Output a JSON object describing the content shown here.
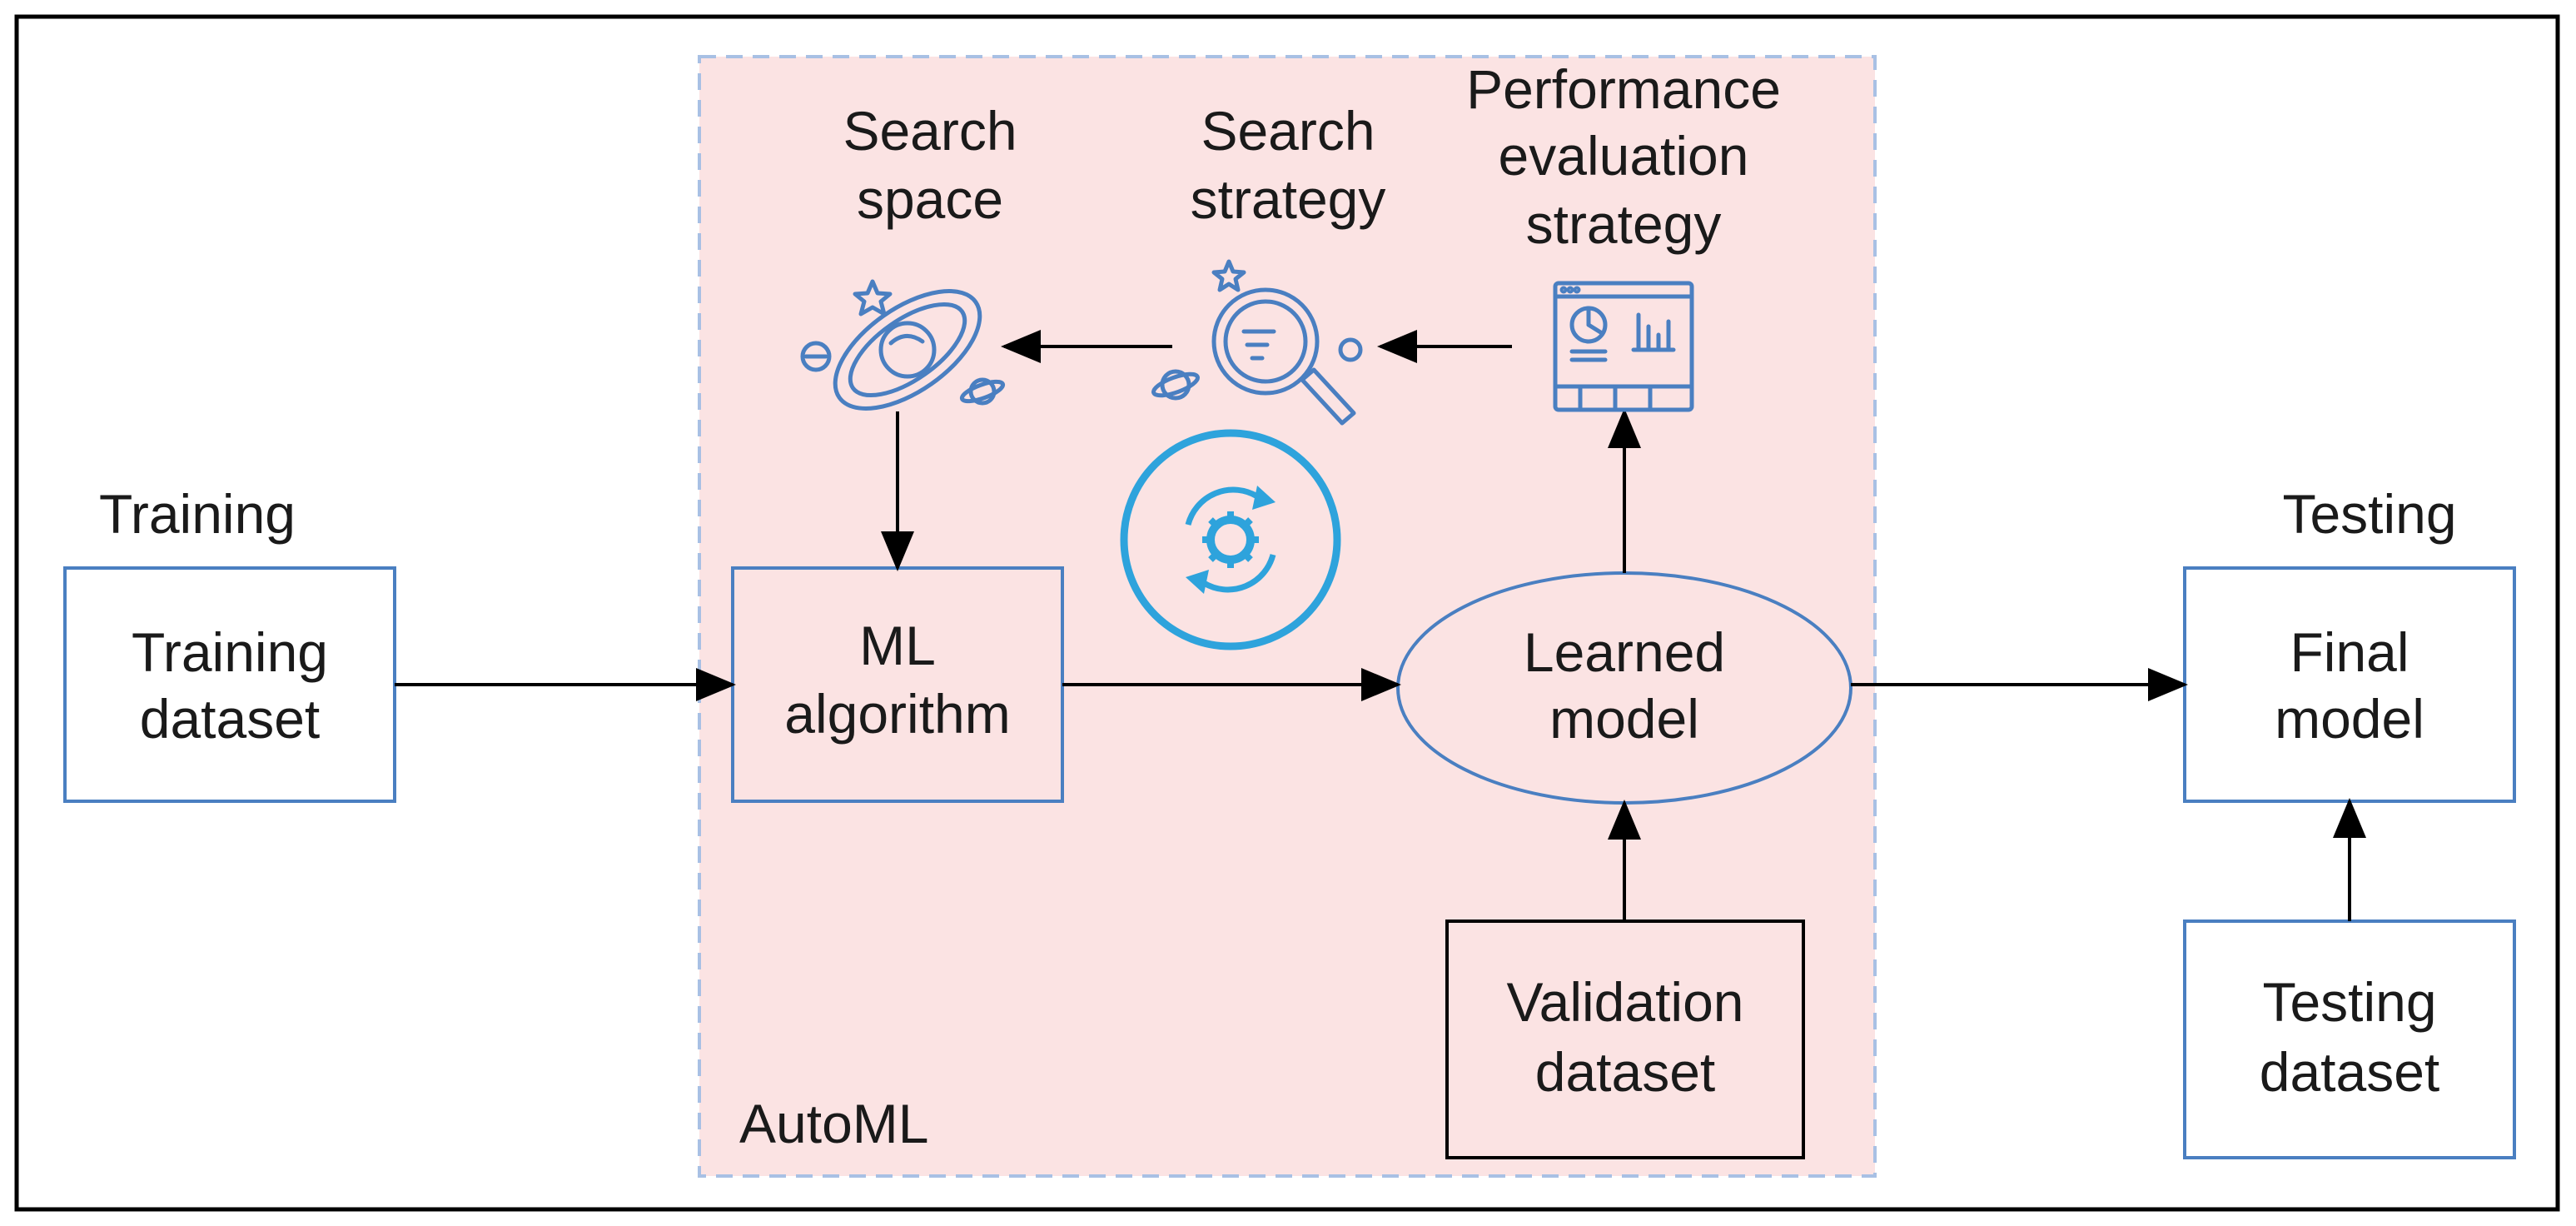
{
  "headings": {
    "training": "Training",
    "testing": "Testing",
    "search_space": [
      "Search",
      "space"
    ],
    "search_strategy": [
      "Search",
      "strategy"
    ],
    "performance": [
      "Performance",
      "evaluation",
      "strategy"
    ]
  },
  "boxes": {
    "training_dataset": [
      "Training",
      "dataset"
    ],
    "ml_algorithm": [
      "ML",
      "algorithm"
    ],
    "learned_model": [
      "Learned",
      "model"
    ],
    "validation_dataset": [
      "Validation",
      "dataset"
    ],
    "final_model": [
      "Final",
      "model"
    ],
    "testing_dataset": [
      "Testing",
      "dataset"
    ]
  },
  "region_label": "AutoML",
  "colors": {
    "automl_region_fill": "#fbe3e3",
    "automl_region_border": "#a8c0e4",
    "box_border_blue": "#4a7fc1",
    "box_border_black": "#000000",
    "icon_blue": "#4a7fc1",
    "cycle_cyan": "#2ea3dc"
  },
  "icons": {
    "search_space": "galaxy-planets-icon",
    "search_strategy": "magnifier-planet-icon",
    "performance": "dashboard-window-icon",
    "cycle": "gear-cycle-icon"
  }
}
